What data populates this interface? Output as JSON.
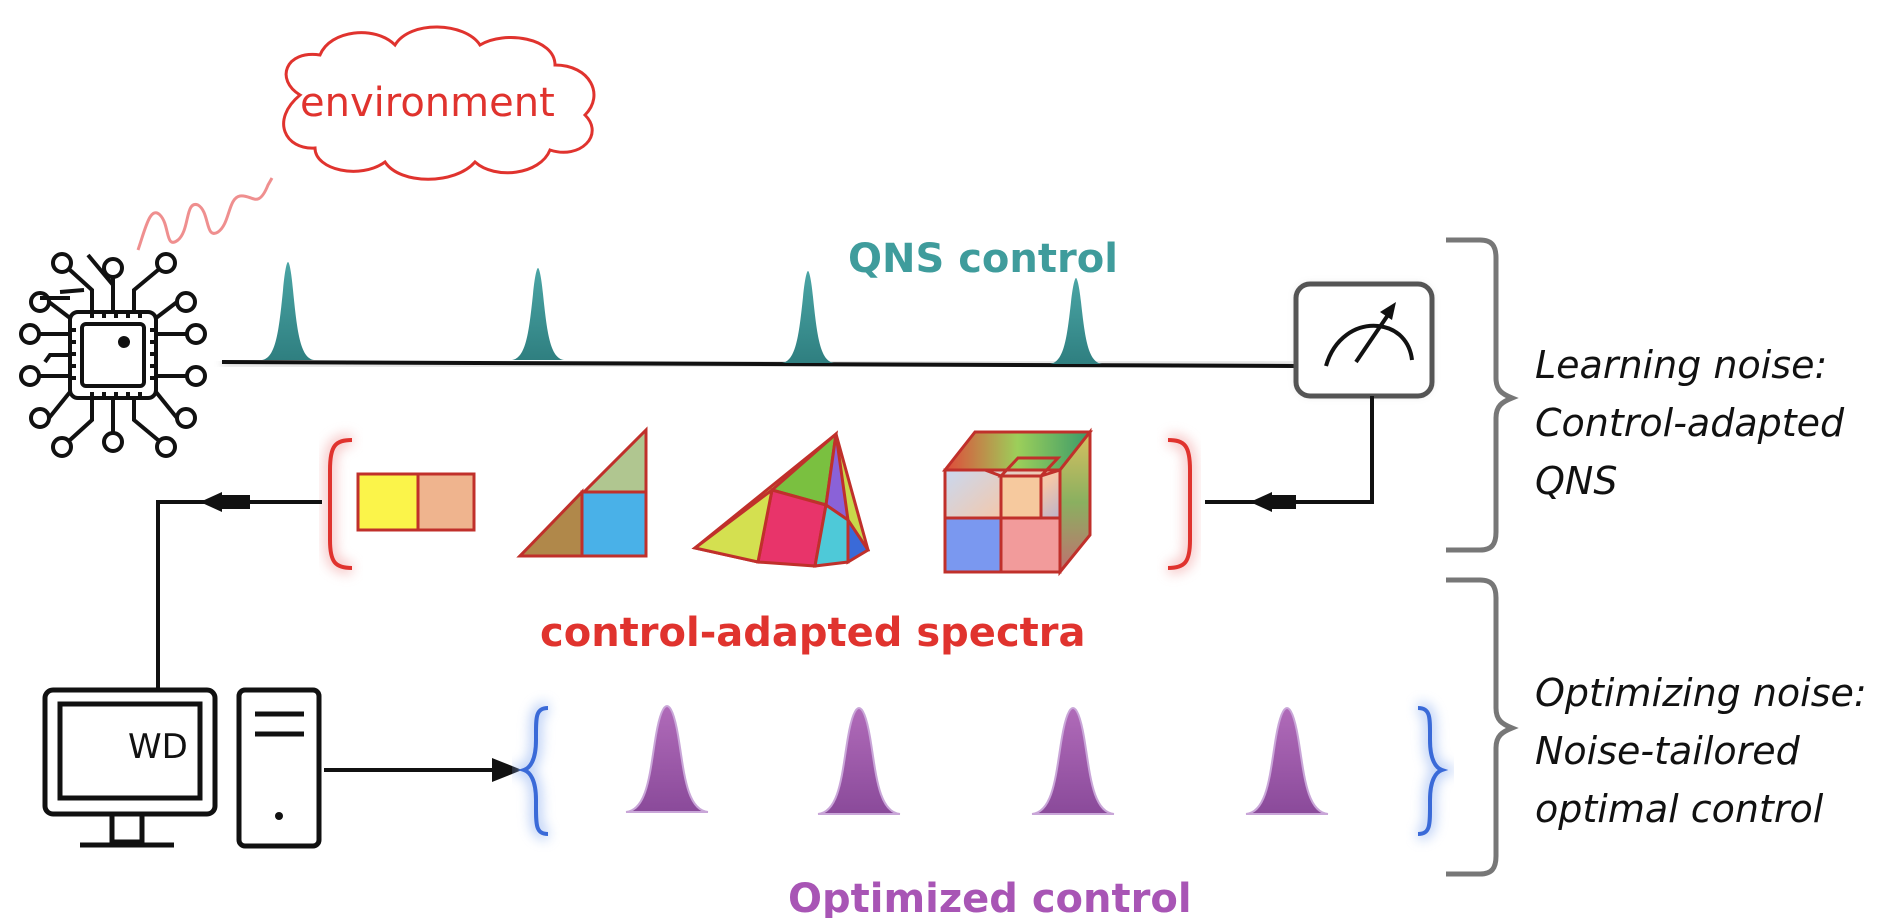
{
  "labels": {
    "environment": "environment",
    "qns_control": "QNS control",
    "spectra": "control-adapted spectra",
    "optimized_control": "Optimized control",
    "workstation": "WD"
  },
  "brackets": {
    "learning": [
      "Learning noise:",
      "Control-adapted",
      "QNS"
    ],
    "optimizing": [
      "Optimizing noise:",
      "Noise-tailored",
      "optimal control"
    ]
  },
  "colors": {
    "environment": "#e0332e",
    "qns": "#3f9c9c",
    "spectra": "#e0332e",
    "optimized": "#a855b5",
    "wire": "#111111",
    "bracket": "#777777"
  },
  "icons": {
    "chip": "chip-icon",
    "meter": "meter-icon",
    "computer": "computer-icon",
    "tower": "tower-icon"
  }
}
